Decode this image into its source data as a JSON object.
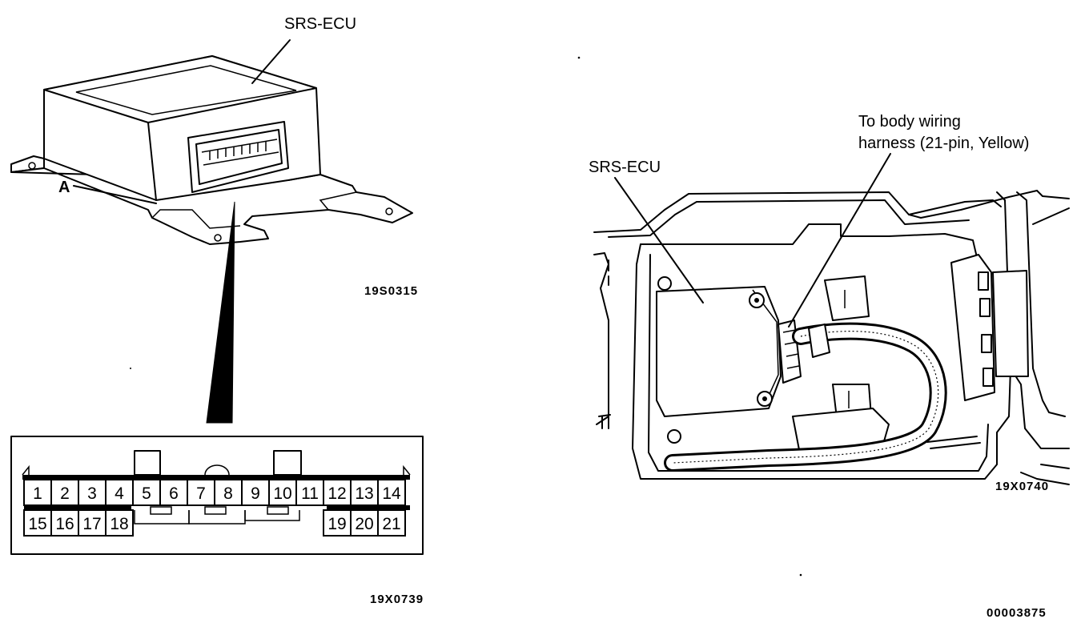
{
  "left_figure": {
    "ecu_label": "SRS-ECU",
    "point_label": "A",
    "figure_code": "19S0315"
  },
  "connector_figure": {
    "figure_code": "19X0739",
    "top_row_pins": [
      "1",
      "2",
      "3",
      "4",
      "5",
      "6",
      "7",
      "8",
      "9",
      "10",
      "11",
      "12",
      "13",
      "14"
    ],
    "bottom_left_pins": [
      "15",
      "16",
      "17",
      "18"
    ],
    "bottom_right_pins": [
      "19",
      "20",
      "21"
    ]
  },
  "right_figure": {
    "ecu_label": "SRS-ECU",
    "harness_label_line1": "To body wiring",
    "harness_label_line2": "harness (21-pin, Yellow)",
    "figure_code": "19X0740"
  },
  "page_code": "00003875"
}
